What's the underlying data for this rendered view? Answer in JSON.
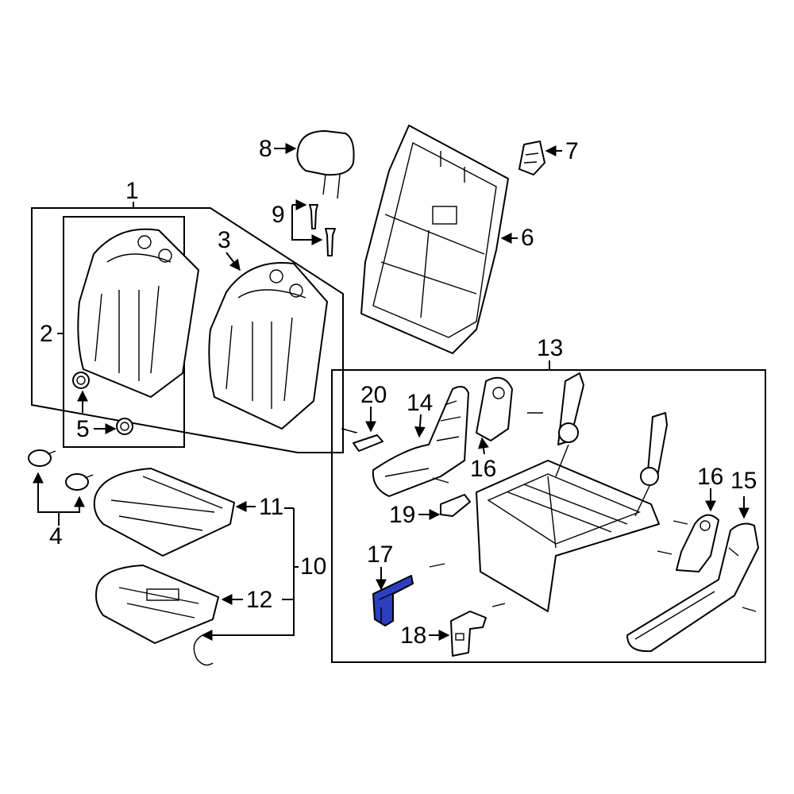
{
  "diagram": {
    "highlight_color": "#2b3fbf",
    "callouts": {
      "c1": "1",
      "c2": "2",
      "c3": "3",
      "c4": "4",
      "c5": "5",
      "c6": "6",
      "c7": "7",
      "c8": "8",
      "c9": "9",
      "c10": "10",
      "c11": "11",
      "c12": "12",
      "c13": "13",
      "c14": "14",
      "c15": "15",
      "c16a": "16",
      "c16b": "16",
      "c17": "17",
      "c18": "18",
      "c19": "19",
      "c20": "20"
    }
  }
}
